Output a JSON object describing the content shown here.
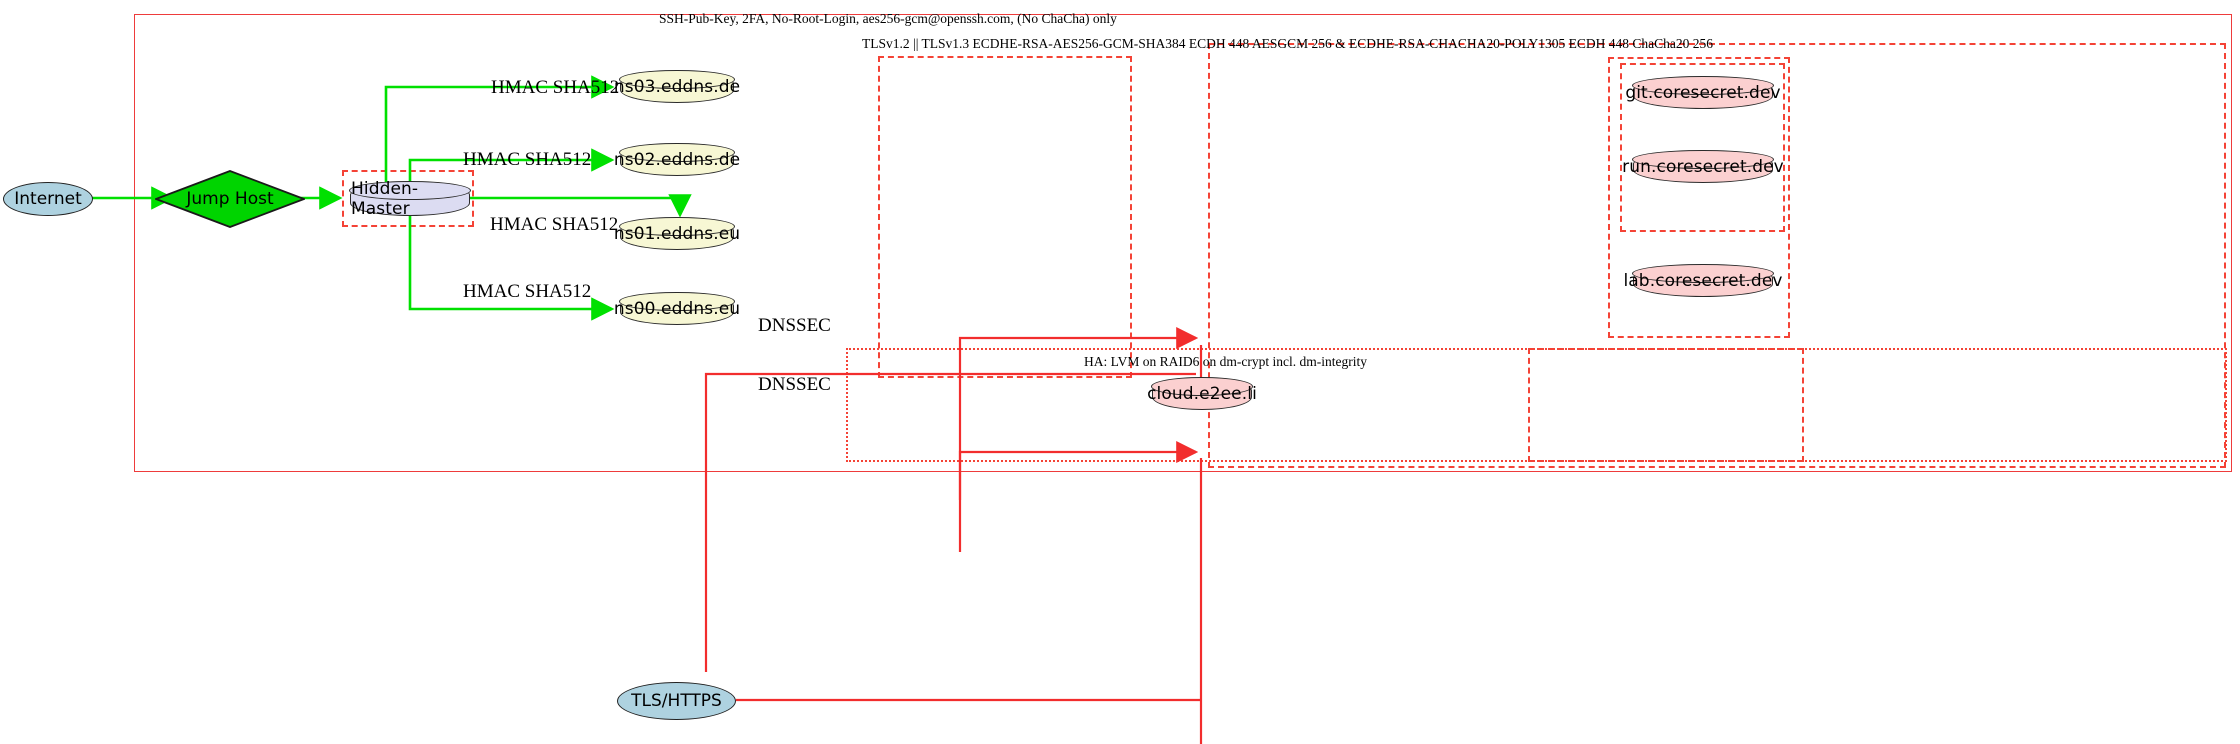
{
  "diagram": {
    "type": "network-architecture",
    "title_labels": {
      "outer_zone": "SSH-Pub-Key, 2FA, No-Root-Login, aes256-gcm@openssh.com, (No ChaCha) only",
      "tls_zone": "TLSv1.2 || TLSv1.3 ECDHE-RSA-AES256-GCM-SHA384 ECDH 448 AESGCM 256 & ECDHE-RSA-CHACHA20-POLY1305 ECDH 448 ChaCha20 256",
      "ha_zone": "HA: LVM on RAID6 on dm-crypt incl. dm-integrity"
    },
    "nodes": {
      "internet": "Internet",
      "jump_host": "Jump Host",
      "hidden_master": "Hidden-Master",
      "tls_https": "TLS/HTTPS",
      "ns03": "ns03.eddns.de",
      "ns02": "ns02.eddns.de",
      "ns01": "ns01.eddns.eu",
      "ns00": "ns00.eddns.eu",
      "git": "git.coresecret.dev",
      "run": "run.coresecret.dev",
      "lab": "lab.coresecret.dev",
      "cloud": "cloud.e2ee.li"
    },
    "edge_labels": {
      "hmac_ns03": "HMAC SHA512",
      "hmac_ns02": "HMAC SHA512",
      "hmac_ns01": "HMAC SHA512",
      "hmac_ns00": "HMAC SHA512",
      "dnssec_top": "DNSSEC",
      "dnssec_bottom": "DNSSEC"
    },
    "colors": {
      "zone_red": "#f44336",
      "edge_green": "#00e000",
      "edge_red": "#f22d2d",
      "db_yellow": "#f7f7d4",
      "db_pink": "#fbd0d0",
      "db_lavender": "#dcdcf2",
      "ellipse_blue": "#aed2e0",
      "diamond_green": "#00d400"
    }
  }
}
